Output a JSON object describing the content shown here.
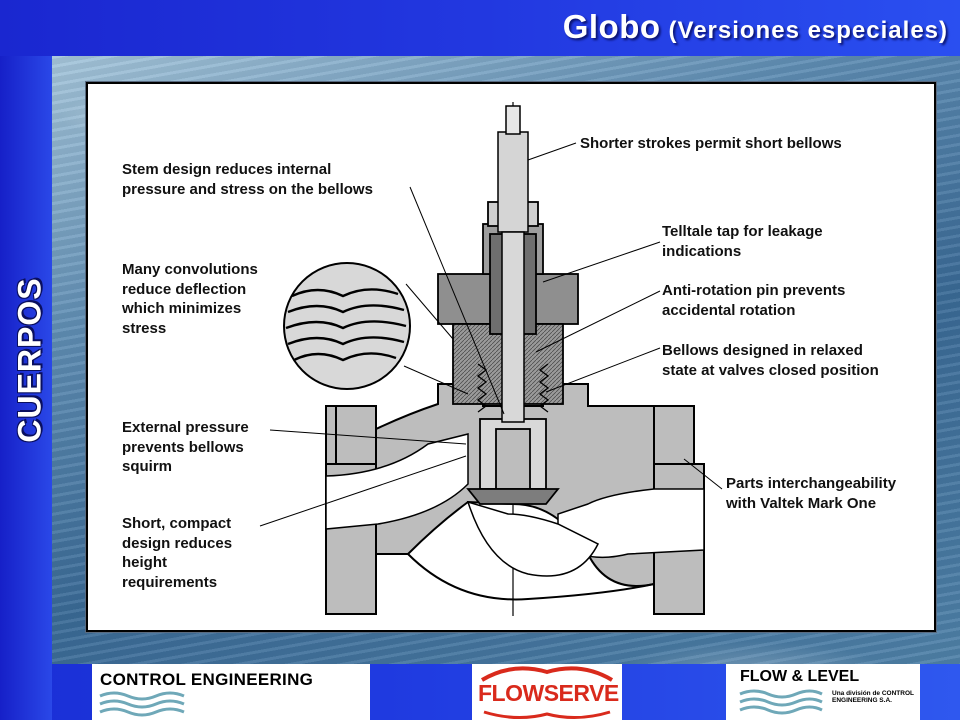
{
  "slide": {
    "title_main": "Globo",
    "title_sub": "(Versiones especiales)",
    "vertical_label": "CUERPOS"
  },
  "callouts": {
    "stem_design": [
      "Stem design reduces internal",
      "pressure and stress on the bellows"
    ],
    "convolutions": [
      "Many convolutions",
      "reduce deflection",
      "which minimizes",
      "stress"
    ],
    "external_pressure": [
      "External pressure",
      "prevents bellows",
      "squirm"
    ],
    "short_compact": [
      "Short, compact",
      "design reduces",
      "height",
      "requirements"
    ],
    "shorter_strokes": [
      "Shorter strokes permit short bellows"
    ],
    "telltale": [
      "Telltale tap for leakage",
      "indications"
    ],
    "anti_rotation": [
      "Anti-rotation pin prevents",
      "accidental rotation"
    ],
    "bellows_relaxed": [
      "Bellows designed in relaxed",
      "state at valves closed position"
    ],
    "interchangeability": [
      "Parts interchangeability",
      "with Valtek Mark One"
    ]
  },
  "footer": {
    "control_engineering": "CONTROL ENGINEERING",
    "flowserve": "FLOWSERVE",
    "flow_level": "FLOW & LEVEL",
    "flow_level_small": "Una división de CONTROL ENGINEERING S.A."
  },
  "colors": {
    "title_blue": "#2238e0",
    "flowserve_red": "#d92a1c",
    "drawing_gray": "#b8b8b8"
  }
}
